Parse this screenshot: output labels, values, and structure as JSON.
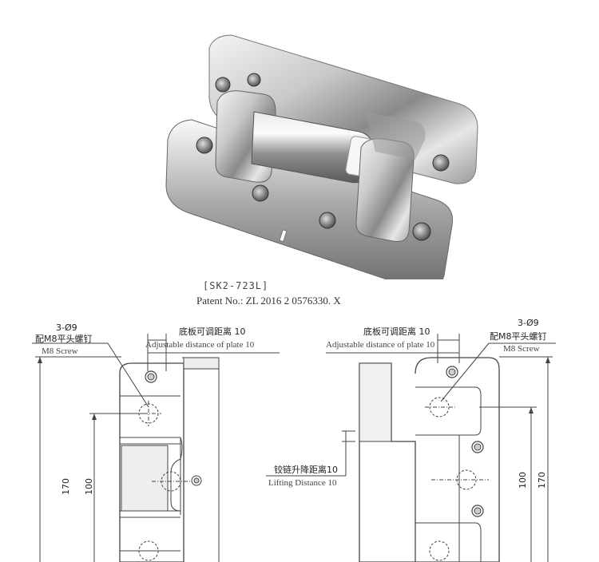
{
  "product": {
    "model": "[SK2-723L]",
    "patent": "Patent No.: ZL 2016 2 0576330. X"
  },
  "left_view": {
    "hole_label": "3-Ø9",
    "screw_cn": "配M8平头螺钉",
    "screw_en": "M8 Screw",
    "adjust_cn": "底板可调距离 10",
    "adjust_en": "Adjustable distance of plate 10",
    "dim_overall": "170",
    "dim_hole": "100"
  },
  "right_view": {
    "hole_label": "3-Ø9",
    "screw_cn": "配M8平头螺钉",
    "screw_en": "M8 Screw",
    "adjust_cn": "底板可调距离 10",
    "adjust_en": "Adjustable distance of plate 10",
    "lift_cn": "铰链升降距离10",
    "lift_en": "Lifting Distance 10",
    "dim_overall": "170",
    "dim_hole": "100"
  },
  "icons": [
    "hinge-photo",
    "screw-head-icon"
  ]
}
